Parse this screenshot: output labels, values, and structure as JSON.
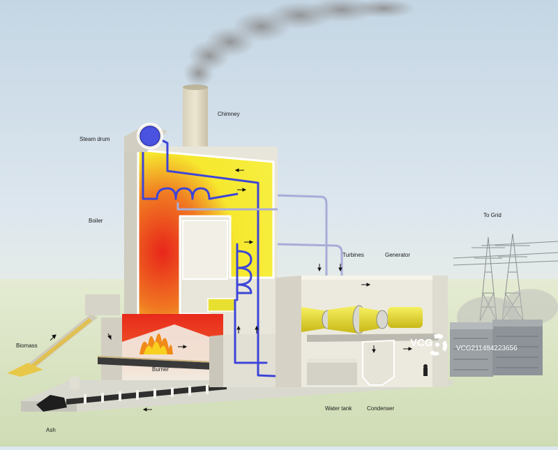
{
  "labels": {
    "steam_drum": "Steam drum",
    "chimney": "Chimney",
    "boiler": "Boiler",
    "turbines": "Turbines",
    "generator": "Generator",
    "to_grid": "To Grid",
    "biomass": "Biomass",
    "burner": "Burner",
    "water_tank": "Water tank",
    "condenser": "Condenser",
    "ash": "Ash"
  },
  "watermark": {
    "brand": "VCG",
    "id": "VCG211484223656"
  },
  "colors": {
    "sky": "#c9dbe8",
    "ground": "#e6ebcf",
    "wall": "#e2e0d4",
    "hot": "#e8321e",
    "warm": "#f6e82e",
    "pipe_blue": "#3d45d8",
    "steam_pipe": "#a9acd8",
    "turbine": "#e8e030",
    "smoke": "#8f8f8f"
  }
}
